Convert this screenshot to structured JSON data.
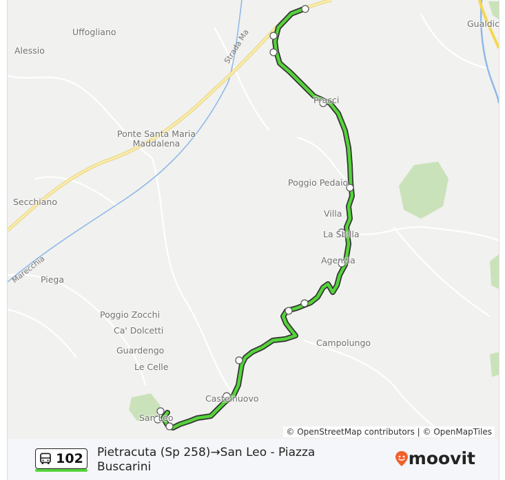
{
  "map": {
    "places": [
      {
        "name": "Uffogliano"
      },
      {
        "name": "Alessio"
      },
      {
        "name": "Ponte Santa Maria\nMaddalena"
      },
      {
        "name": "Secchiano"
      },
      {
        "name": "Piega"
      },
      {
        "name": "Poggio Zocchi"
      },
      {
        "name": "Ca' Dolcetti"
      },
      {
        "name": "Guardengo"
      },
      {
        "name": "Le Celle"
      },
      {
        "name": "Poggio Pedaio"
      },
      {
        "name": "Villa"
      },
      {
        "name": "La Sbilla"
      },
      {
        "name": "Agenzia"
      },
      {
        "name": "Campolungo"
      },
      {
        "name": "Castelnuovo"
      },
      {
        "name": "San Leo"
      },
      {
        "name": "Pracci"
      },
      {
        "name": "Gualdicciolo"
      }
    ],
    "road_labels": {
      "strada": "Strada Ma",
      "river": "Marecchia"
    },
    "attribution": "© OpenStreetMap contributors | © OpenMapTiles",
    "colors": {
      "route": "#55d33a",
      "route_outline": "#333333",
      "river": "#8fb8e8",
      "main_road": "#f7e79a",
      "forest": "#b9dca2"
    }
  },
  "footer": {
    "route_icon": "bus-icon",
    "route_number": "102",
    "route_title": "Pietracuta (Sp 258)→San Leo - Piazza Buscarini",
    "brand": "moovit",
    "brand_icon": "moovit-pin-icon"
  }
}
